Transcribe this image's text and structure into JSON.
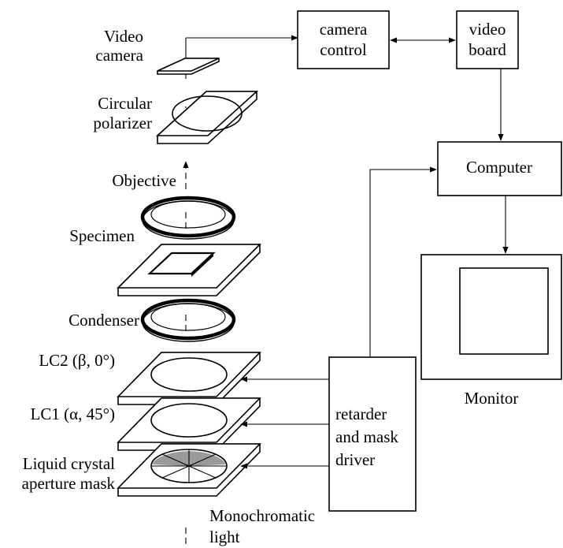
{
  "components": {
    "video_camera": "Video\ncamera",
    "circular_polarizer": "Circular\npolarizer",
    "objective": "Objective",
    "specimen": "Specimen",
    "condenser": "Condenser",
    "lc2": "LC2 (β, 0°)",
    "lc1": "LC1 (α, 45°)",
    "aperture_mask": "Liquid crystal\naperture mask",
    "light": "Monochromatic\nlight"
  },
  "boxes": {
    "camera_control": "camera\ncontrol",
    "video_board": "video\nboard",
    "computer": "Computer",
    "retarder_driver": "retarder\nand mask\ndriver",
    "monitor": "Monitor"
  },
  "colors": {
    "line": "#000000",
    "mask_shade": "#9a9a9a",
    "background": "#ffffff"
  }
}
